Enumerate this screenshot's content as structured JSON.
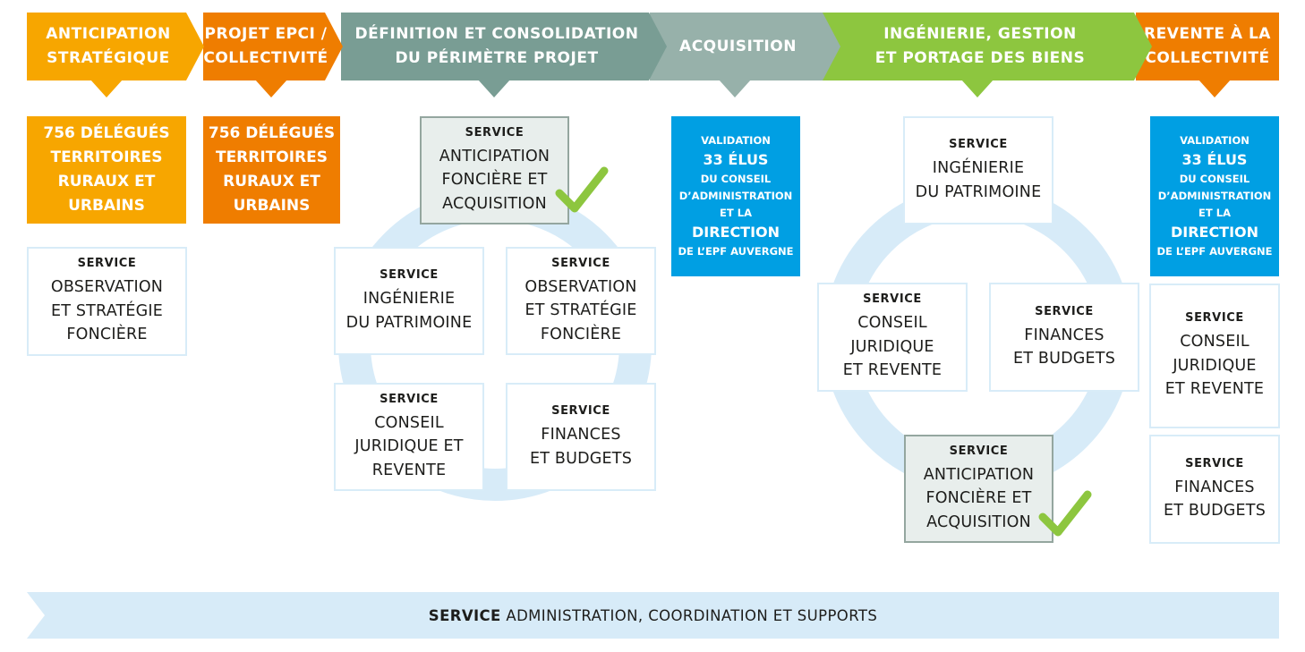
{
  "stages": [
    {
      "label": "ANTICIPATION\nSTRATÉGIQUE",
      "color": "#f7a600"
    },
    {
      "label": "PROJET EPCI /\nCOLLECTIVITÉ",
      "color": "#ef7d00"
    },
    {
      "label": "DÉFINITION ET CONSOLIDATION\nDU PÉRIMÈTRE PROJET",
      "color": "#799d94"
    },
    {
      "label": "ACQUISITION",
      "color": "#97b1aa"
    },
    {
      "label": "INGÉNIERIE, GESTION\nET PORTAGE DES BIENS",
      "color": "#8dc63f"
    },
    {
      "label": "REVENTE À LA\nCOLLECTIVITÉ",
      "color": "#ef7d00"
    }
  ],
  "delegates": {
    "box1": "756 DÉLÉGUÉS\nTERRITOIRES\nRURAUX ET\nURBAINS",
    "box2": "756 DÉLÉGUÉS\nTERRITOIRES\nRURAUX ET\nURBAINS"
  },
  "validation": {
    "line1": "VALIDATION",
    "line2": "33 ÉLUS",
    "line3": "DU CONSEIL\nD’ADMINISTRATION\nET LA",
    "line4": "DIRECTION",
    "line5": "DE L’EPF AUVERGNE",
    "color": "#009fe3"
  },
  "service_keyword": "SERVICE",
  "services": {
    "observation": "OBSERVATION\nET STRATÉGIE\nFONCIÈRE",
    "observation_alt": "OBSERVATION\nET STRATÉGIE\nFONCIÈRE",
    "anticipation_a": "ANTICIPATION\nFONCIÈRE ET\nACQUISITION",
    "anticipation_b": "ANTICIPATION\nFONCIÈRE ET\nACQUISITION",
    "ingenierie_a": "INGÉNIERIE\nDU PATRIMOINE",
    "ingenierie_b": "INGÉNIERIE\nDU PATRIMOINE",
    "conseil_a": "CONSEIL\nJURIDIQUE ET\nREVENTE",
    "conseil_b": "CONSEIL\nJURIDIQUE\nET REVENTE",
    "conseil_c": "CONSEIL\nJURIDIQUE\nET REVENTE",
    "finances_a": "FINANCES\nET BUDGETS",
    "finances_b": "FINANCES\nET BUDGETS",
    "finances_c": "FINANCES\nET BUDGETS"
  },
  "banner": {
    "bold": "SERVICE",
    "text": " ADMINISTRATION, COORDINATION ET SUPPORTS"
  },
  "colors": {
    "ring": "#d7ebf8",
    "check": "#8dc63f",
    "service_border": "#d8ecf8",
    "highlight_fill": "#e8eeec"
  }
}
